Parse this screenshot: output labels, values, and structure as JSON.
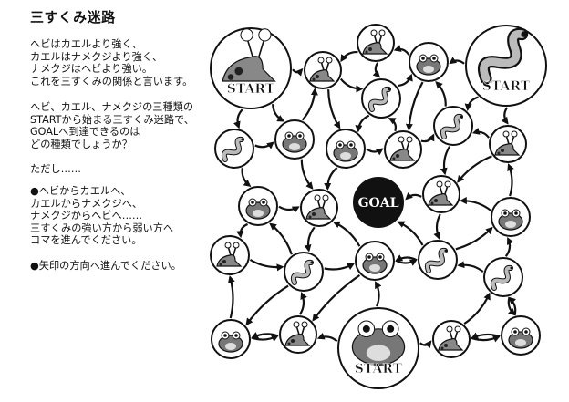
{
  "title": "三すくみ迷路",
  "paragraphs": [
    "ヘビはカエルより強く、\nカエルはナメクジより強く、\nナメクジはヘビより強い。\nこれを三すくみの関係と言います。",
    "ヘビ、カエル、ナメクジの三種類の\nSTARTから始まる三すくみ迷路で、\nGOALへ到達できるのは\nどの種類でしょうか？",
    "ただし……",
    "●ヘビからカエルへ、\nカエルからナメクジへ、\nナメクジからヘビへ……\n三すくみの強い方から弱い方へ\nコマを進んでください。",
    "●矢印の方向へ進んでください。"
  ],
  "maze": {
    "start_label": "START",
    "goal_label": "GOAL",
    "nodes": {
      "slugStart": "slug",
      "snakeStart": "snake",
      "frogStart": "frog",
      "goal": "goal",
      "A": "slug",
      "B": "slug",
      "C": "frog",
      "D": "snake",
      "E": "snake",
      "F": "frog",
      "G": "frog",
      "H": "slug",
      "I": "snake",
      "J": "slug",
      "K": "frog",
      "L": "slug",
      "M": "slug",
      "N": "frog",
      "O": "slug",
      "P": "snake",
      "Q": "frog",
      "R": "snake",
      "S": "snake",
      "T": "frog",
      "U": "slug",
      "V": "slug",
      "W": "frog"
    },
    "edges": [
      [
        "slugStart",
        "B"
      ],
      [
        "slugStart",
        "E"
      ],
      [
        "slugStart",
        "F"
      ],
      [
        "snakeStart",
        "C"
      ],
      [
        "snakeStart",
        "I"
      ],
      [
        "snakeStart",
        "J"
      ],
      [
        "C",
        "A"
      ],
      [
        "A",
        "B"
      ],
      [
        "A",
        "D"
      ],
      [
        "B",
        "D"
      ],
      [
        "B",
        "G"
      ],
      [
        "F",
        "B"
      ],
      [
        "D",
        "C"
      ],
      [
        "D",
        "G"
      ],
      [
        "C",
        "H"
      ],
      [
        "I",
        "C"
      ],
      [
        "H",
        "D"
      ],
      [
        "G",
        "H"
      ],
      [
        "H",
        "I"
      ],
      [
        "E",
        "F"
      ],
      [
        "E",
        "K"
      ],
      [
        "F",
        "L"
      ],
      [
        "G",
        "L"
      ],
      [
        "J",
        "I"
      ],
      [
        "I",
        "M"
      ],
      [
        "J",
        "M"
      ],
      [
        "N",
        "J"
      ],
      [
        "K",
        "L"
      ],
      [
        "K",
        "O"
      ],
      [
        "O",
        "P"
      ],
      [
        "P",
        "K"
      ],
      [
        "L",
        "P"
      ],
      [
        "Q",
        "L"
      ],
      [
        "M",
        "goal"
      ],
      [
        "N",
        "M"
      ],
      [
        "M",
        "R"
      ],
      [
        "R",
        "goal"
      ],
      [
        "Q",
        "R"
      ],
      [
        "R",
        "Q"
      ],
      [
        "P",
        "Q"
      ],
      [
        "P",
        "T"
      ],
      [
        "T",
        "O"
      ],
      [
        "T",
        "U"
      ],
      [
        "U",
        "T"
      ],
      [
        "U",
        "P"
      ],
      [
        "Q",
        "U"
      ],
      [
        "frogStart",
        "Q"
      ],
      [
        "frogStart",
        "U"
      ],
      [
        "frogStart",
        "V"
      ],
      [
        "V",
        "S"
      ],
      [
        "W",
        "V"
      ],
      [
        "V",
        "W"
      ],
      [
        "S",
        "W"
      ],
      [
        "W",
        "S"
      ],
      [
        "S",
        "R"
      ],
      [
        "S",
        "N"
      ],
      [
        "R",
        "N"
      ]
    ]
  }
}
